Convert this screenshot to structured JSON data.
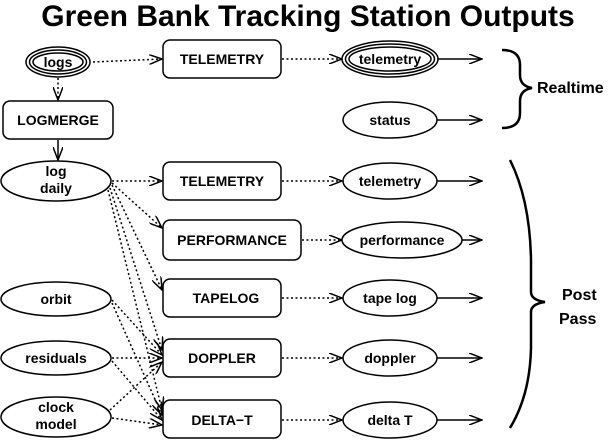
{
  "diagram": {
    "title": "Green Bank Tracking Station Outputs",
    "nodes": {
      "logs": "logs",
      "logmerge": "LOGMERGE",
      "log_daily": [
        "log",
        "daily"
      ],
      "orbit": "orbit",
      "residuals": "residuals",
      "clock_model": [
        "clock",
        "model"
      ],
      "telemetry_rt_proc": "TELEMETRY",
      "telemetry_rt_out": "telemetry",
      "status": "status",
      "telemetry_pp_proc": "TELEMETRY",
      "performance_proc": "PERFORMANCE",
      "tapelog_proc": "TAPELOG",
      "doppler_proc": "DOPPLER",
      "deltat_proc": "DELTA−T",
      "telemetry_pp_out": "telemetry",
      "performance_out": "performance",
      "tapelog_out": "tape log",
      "doppler_out": "doppler",
      "deltat_out": "delta T"
    },
    "groups": {
      "realtime": "Realtime",
      "postpass": [
        "Post",
        "Pass"
      ]
    }
  }
}
